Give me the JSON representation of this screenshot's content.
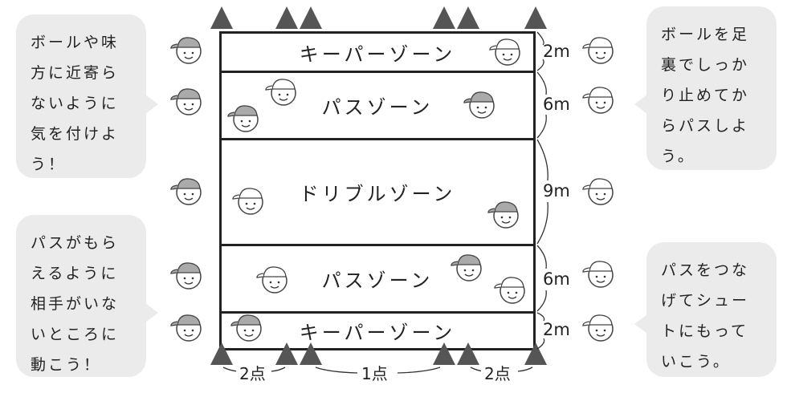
{
  "bubbles": {
    "top_left": "ボールや味\n方に近寄ら\nないように\n気を付けよ\nう！",
    "bottom_left": "パスがもら\nえるように\n相手がいな\nいところに\n動こう！",
    "top_right": "ボールを足\n裏でしっか\nり止めてか\nらパスしよ\nう。",
    "bottom_right": "パスをつな\nげてシュー\nトにもって\nいこう。"
  },
  "zones": [
    "キーパーゾーン",
    "パスゾーン",
    "ドリブルゾーン",
    "パスゾーン",
    "キーパーゾーン"
  ],
  "dimensions": [
    "2m",
    "6m",
    "9m",
    "6m",
    "2m"
  ],
  "points": [
    "2点",
    "1点",
    "2点"
  ],
  "colors": {
    "cone": "#555555",
    "cap_gray": "#aaaaaa",
    "bubble": "#ebebeb"
  }
}
